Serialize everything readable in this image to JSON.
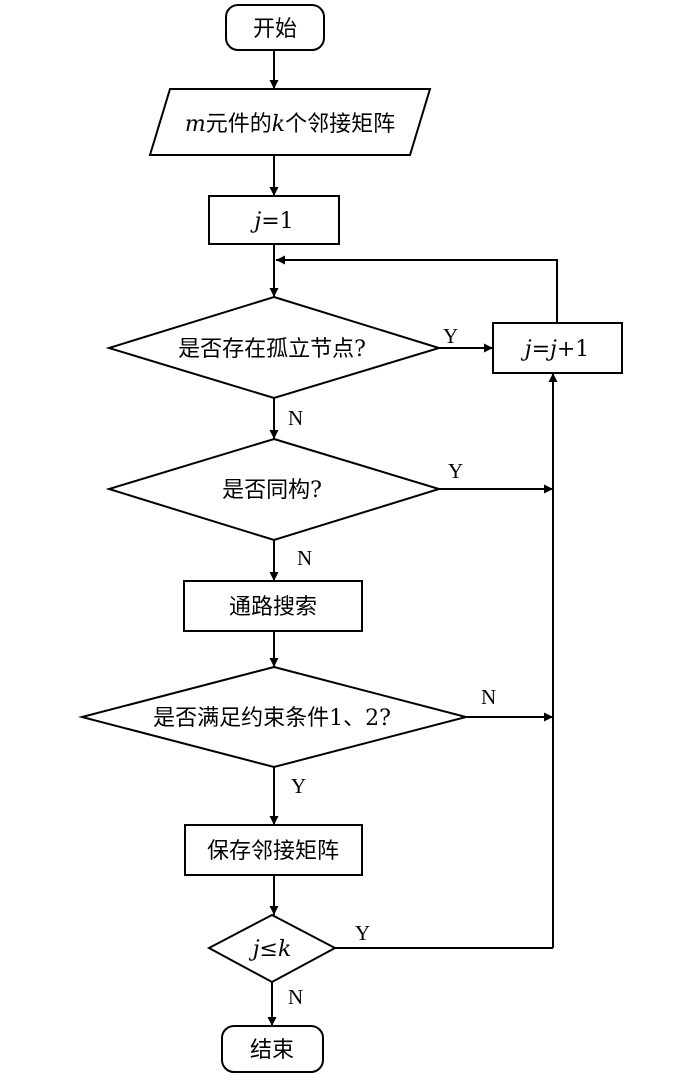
{
  "nodes": {
    "start": "开始",
    "input_m": "m",
    "input_mid": "元件的",
    "input_k": "k",
    "input_rest": "个邻接矩阵",
    "init_j": "j",
    "init_rest": "=1",
    "q_isolated": "是否存在孤立节点?",
    "q_isomorphic": "是否同构?",
    "path_search": "通路搜索",
    "q_constraints": "是否满足约束条件1、2?",
    "save": "保存邻接矩阵",
    "cond_j": "j",
    "cond_le": "≤",
    "cond_k": "k",
    "inc_j1": "j",
    "inc_eq": "=",
    "inc_j2": "j",
    "inc_rest": "+1",
    "end": "结束"
  },
  "edge_labels": {
    "isolated_yes": "Y",
    "isolated_no": "N",
    "isomorphic_yes": "Y",
    "isomorphic_no": "N",
    "constraints_no": "N",
    "constraints_yes": "Y",
    "cond_yes": "Y",
    "cond_no": "N"
  }
}
